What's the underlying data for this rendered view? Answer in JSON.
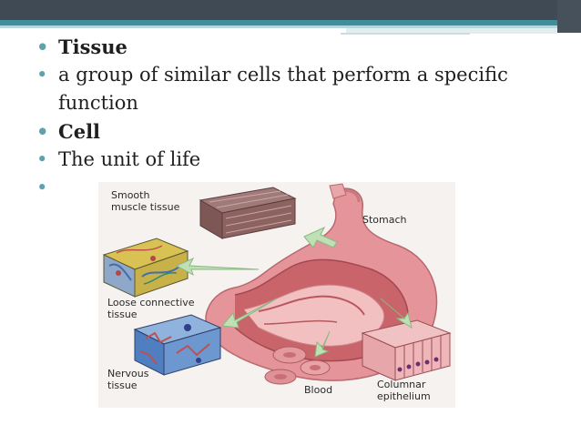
{
  "slide": {
    "bullets": [
      {
        "text": "Tissue",
        "bold": true
      },
      {
        "text": "a group of similar cells that perform a specific function",
        "bold": false
      },
      {
        "text": "Cell",
        "bold": true
      },
      {
        "text": "The unit of life",
        "bold": false
      },
      {
        "text": "",
        "bold": false
      }
    ],
    "bullet_glyph": "•"
  },
  "figure": {
    "labels": {
      "smooth_muscle": [
        "Smooth",
        "muscle tissue"
      ],
      "stomach": "Stomach",
      "loose_connective": [
        "Loose connective",
        "tissue"
      ],
      "nervous": [
        "Nervous",
        "tissue"
      ],
      "blood": "Blood",
      "columnar": [
        "Columnar",
        "epithelium"
      ]
    }
  },
  "colors": {
    "header_dark": "#3f4a55",
    "header_teal": "#3d8f9b",
    "bullet": "#5ea2ad"
  }
}
